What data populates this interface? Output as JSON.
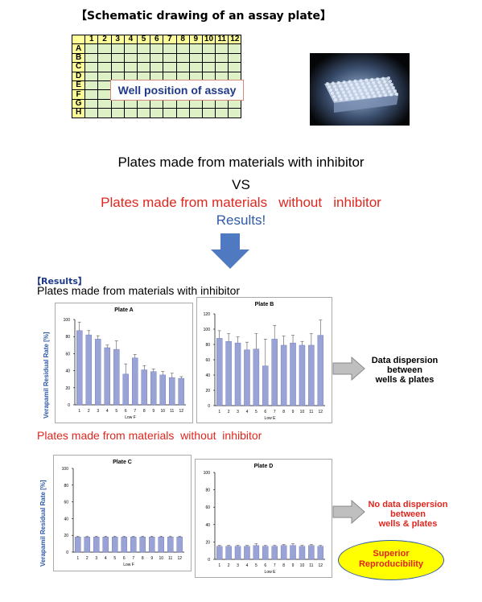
{
  "header": {
    "title": "【Schematic drawing of an assay plate】"
  },
  "plate_grid": {
    "columns": [
      "1",
      "2",
      "3",
      "4",
      "5",
      "6",
      "7",
      "8",
      "9",
      "10",
      "11",
      "12"
    ],
    "rows": [
      "A",
      "B",
      "C",
      "D",
      "E",
      "F",
      "G",
      "H"
    ],
    "well_label": "Well position of assay"
  },
  "comparison": {
    "line1": "Plates made from materials with inhibitor",
    "vs": "VS",
    "line2": "Plates made from materials   without   inhibitor",
    "results": "Results!"
  },
  "results_section": {
    "heading": "【Results】",
    "with_inhibitor": "Plates made from materials with inhibitor",
    "without_inhibitor": "Plates made from materials  without  inhibitor"
  },
  "notes": {
    "dispersion": [
      "Data dispersion",
      "between",
      "wells & plates"
    ],
    "no_dispersion": [
      "No data dispersion",
      "between",
      "wells & plates"
    ],
    "superior": [
      "Superior",
      "Reproducibility"
    ]
  },
  "colors": {
    "bar": "#9aa3d6",
    "red": "#e0261e",
    "blue": "#2e5aa8"
  },
  "chart_data": [
    {
      "type": "bar",
      "title": "Plate A",
      "xlabel": "Low F",
      "ylabel": "Verapamil Residual  Rate [%]",
      "categories": [
        "1",
        "2",
        "3",
        "4",
        "5",
        "6",
        "7",
        "8",
        "9",
        "10",
        "11",
        "12"
      ],
      "values": [
        87,
        82,
        77,
        67,
        65,
        36,
        55,
        41,
        39,
        35,
        32,
        31
      ],
      "errors": [
        10,
        5,
        4,
        3,
        10,
        12,
        4,
        5,
        3,
        4,
        5,
        2
      ],
      "ylim": [
        0,
        100
      ],
      "yticks": [
        0,
        20,
        40,
        60,
        80,
        100
      ]
    },
    {
      "type": "bar",
      "title": "Plate B",
      "xlabel": "Low E",
      "ylabel": "",
      "categories": [
        "1",
        "2",
        "3",
        "4",
        "5",
        "6",
        "7",
        "8",
        "9",
        "10",
        "11",
        "12"
      ],
      "values": [
        88,
        84,
        82,
        73,
        74,
        52,
        87,
        79,
        82,
        79,
        79,
        92
      ],
      "errors": [
        10,
        10,
        8,
        10,
        20,
        35,
        18,
        12,
        10,
        5,
        15,
        20
      ],
      "ylim": [
        0,
        120
      ],
      "yticks": [
        0,
        20,
        40,
        60,
        80,
        100,
        120
      ]
    },
    {
      "type": "bar",
      "title": "Plate C",
      "xlabel": "Low F",
      "ylabel": "Verapamil Residual  Rate [%]",
      "categories": [
        "1",
        "2",
        "3",
        "4",
        "5",
        "6",
        "7",
        "8",
        "9",
        "10",
        "11",
        "12"
      ],
      "values": [
        18,
        18,
        18,
        18,
        18,
        18,
        18,
        18,
        18,
        18,
        18,
        18
      ],
      "errors": [
        1,
        1,
        1,
        1,
        1,
        1,
        1,
        1,
        1,
        1,
        1,
        1
      ],
      "ylim": [
        0,
        100
      ],
      "yticks": [
        0,
        20,
        40,
        60,
        80,
        100
      ]
    },
    {
      "type": "bar",
      "title": "Plate D",
      "xlabel": "Low E",
      "ylabel": "",
      "categories": [
        "1",
        "2",
        "3",
        "4",
        "5",
        "6",
        "7",
        "8",
        "9",
        "10",
        "11",
        "12"
      ],
      "values": [
        15,
        15,
        15,
        15,
        16,
        15,
        15,
        16,
        16,
        15,
        16,
        15
      ],
      "errors": [
        1,
        1,
        1,
        1,
        2,
        1,
        1,
        1,
        2,
        1,
        1,
        1
      ],
      "ylim": [
        0,
        100
      ],
      "yticks": [
        0,
        20,
        40,
        60,
        80,
        100
      ]
    }
  ]
}
